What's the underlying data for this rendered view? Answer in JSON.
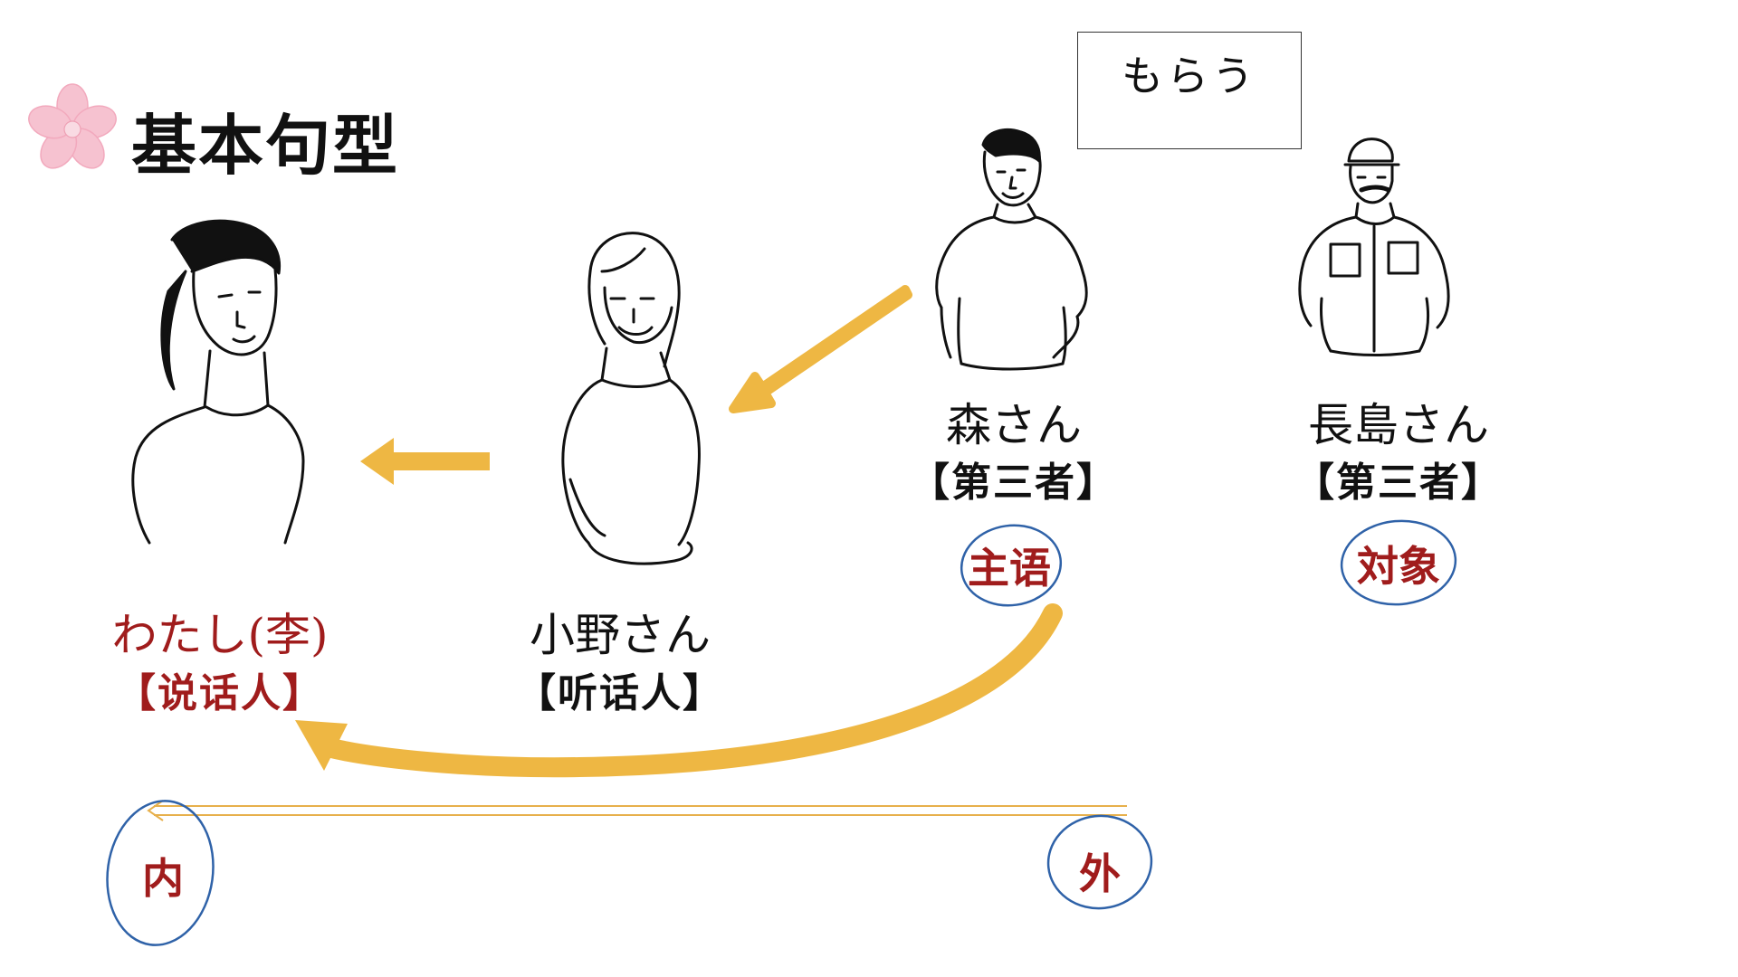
{
  "slide": {
    "title": "基本句型",
    "legend": {
      "label": "もらう"
    }
  },
  "people": [
    {
      "id": "watashi",
      "name": "わたし(李)",
      "role": "【说话人】"
    },
    {
      "id": "ono",
      "name": "小野さん",
      "role": "【听话人】"
    },
    {
      "id": "mori",
      "name": "森さん",
      "role": "【第三者】",
      "tag": "主语"
    },
    {
      "id": "nagashima",
      "name": "長島さん",
      "role": "【第三者】",
      "tag": "対象"
    }
  ],
  "scale": {
    "inner": "内",
    "outer": "外"
  },
  "colors": {
    "arrow": "#eeb743",
    "accent_red": "#a01c1c",
    "ink_blue": "#2f62a8",
    "sakura": "#f6c2d0"
  }
}
